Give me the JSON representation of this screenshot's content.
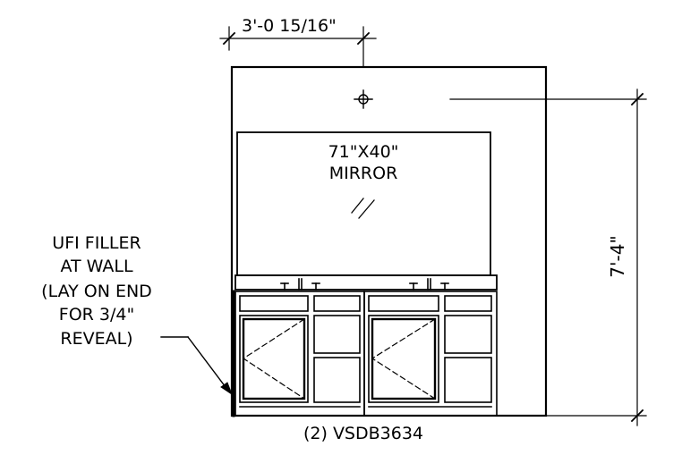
{
  "dimensions": {
    "offset": "3'-0 15/16\"",
    "height": "7'-4\""
  },
  "mirror": {
    "size": "71\"X40\"",
    "label": "MIRROR"
  },
  "filler_note": [
    "UFI FILLER",
    "AT WALL",
    "(LAY ON END",
    "FOR 3/4\"",
    "REVEAL)"
  ],
  "vanity_label": "(2) VSDB3634",
  "colors": {
    "line": "#000000",
    "background": "#ffffff"
  }
}
